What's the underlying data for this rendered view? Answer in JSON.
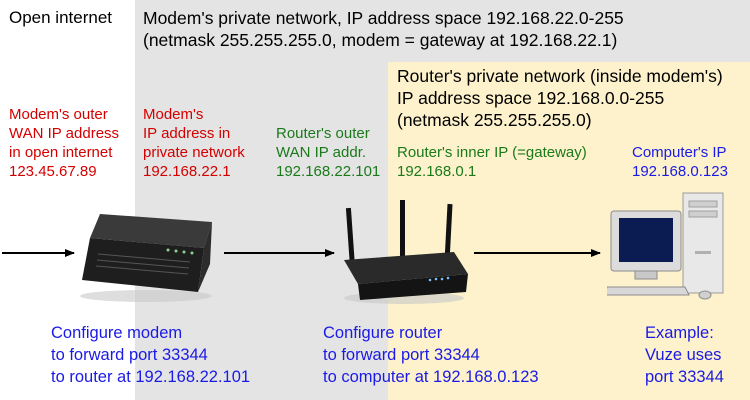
{
  "zones": {
    "open_internet": "Open internet",
    "modem_network": {
      "line1": "Modem's private network, IP address space 192.168.22.0-255",
      "line2": "(netmask 255.255.255.0, modem = gateway at 192.168.22.1)"
    },
    "router_network": {
      "line1": "Router's private network (inside modem's)",
      "line2": "IP address space 192.168.0.0-255",
      "line3": "(netmask 255.255.255.0)"
    }
  },
  "labels": {
    "modem_outer": {
      "line1": "Modem's outer",
      "line2": "WAN IP address",
      "line3": "in open internet",
      "line4": "123.45.67.89"
    },
    "modem_private": {
      "line1": "Modem's",
      "line2": "IP address in",
      "line3": "private network",
      "line4": "192.168.22.1"
    },
    "router_outer": {
      "line1": "Router's outer",
      "line2": "WAN IP addr.",
      "line3": "192.168.22.101"
    },
    "router_inner": {
      "line1": "Router's inner IP (=gateway)",
      "line2": "192.168.0.1"
    },
    "computer": {
      "line1": "Computer's IP",
      "line2": "192.168.0.123"
    }
  },
  "instructions": {
    "modem": {
      "line1": "Configure modem",
      "line2": "to forward port 33344",
      "line3": "to router at 192.168.22.101"
    },
    "router": {
      "line1": "Configure router",
      "line2": "to forward port 33344",
      "line3": "to computer at 192.168.0.123"
    },
    "example": {
      "line1": "Example:",
      "line2": "Vuze uses",
      "line3": "port 33344"
    }
  },
  "colors": {
    "modem_network_bg": "#e4e4e4",
    "router_network_bg": "#fdf2cc",
    "wan_label": "#d40000",
    "router_label": "#1a7a1a",
    "computer_label": "#1a1ae6"
  },
  "devices": [
    "modem-icon",
    "router-icon",
    "computer-icon"
  ]
}
